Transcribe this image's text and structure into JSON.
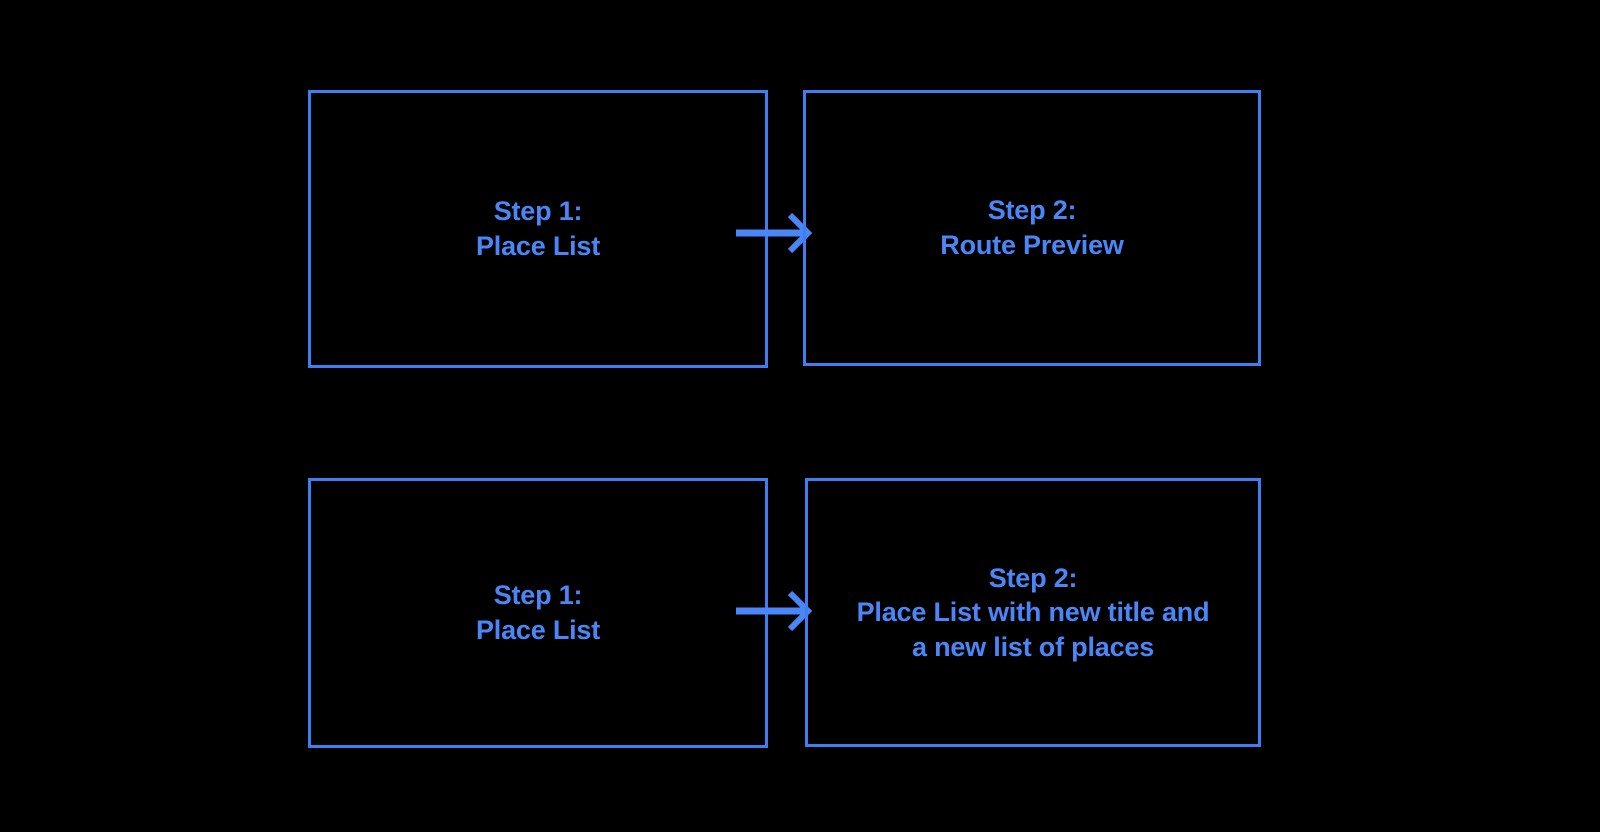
{
  "diagram": {
    "background_color": "#000000",
    "accent_color": "#4a86f7",
    "border_color": "#3d7ff0",
    "rows": [
      {
        "row_name": "route-preview-flow",
        "from": {
          "label": "Step 1:\nPlace List",
          "step_number": "Step 1:",
          "step_title": "Place List"
        },
        "arrow": {
          "icon": "arrow-right-icon",
          "direction": "right"
        },
        "to": {
          "label": "Step 2:\nRoute Preview",
          "step_number": "Step 2:",
          "step_title": "Route Preview"
        }
      },
      {
        "row_name": "place-list-update-flow",
        "from": {
          "label": "Step 1:\nPlace List",
          "step_number": "Step 1:",
          "step_title": "Place List"
        },
        "arrow": {
          "icon": "arrow-right-icon",
          "direction": "right"
        },
        "to": {
          "label": "Step 2:\nPlace List with new title and\na new list of places",
          "step_number": "Step 2:",
          "step_title": "Place List with new title and a new list of places"
        }
      }
    ]
  }
}
